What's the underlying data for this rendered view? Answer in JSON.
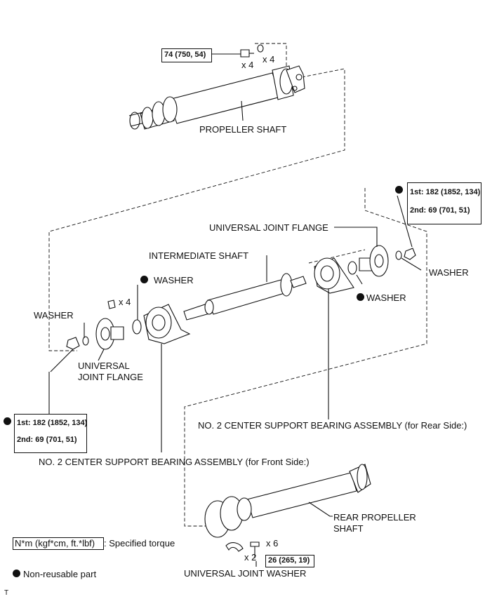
{
  "torque": {
    "top": "74 (750, 54)",
    "bottom": "26 (265, 19)",
    "right_first": "1st: 182 (1852, 134)",
    "right_second": "2nd: 69 (701, 51)",
    "left_first": "1st: 182 (1852, 134)",
    "left_second": "2nd: 69 (701, 51)"
  },
  "quantities": {
    "top_bolt": "x 4",
    "top_washer": "x 4",
    "mid_nut": "x 4",
    "bottom_bolt": "x 6",
    "bottom_washer": "x 2"
  },
  "labels": {
    "propeller_shaft": "PROPELLER SHAFT",
    "universal_joint_flange_top": "UNIVERSAL JOINT FLANGE",
    "washer_right": "WASHER",
    "intermediate_shaft": "INTERMEDIATE SHAFT",
    "washer_mid": "WASHER",
    "washer_left": "WASHER",
    "washer_rear_bearing": "WASHER",
    "universal_joint_flange_left_1": "UNIVERSAL",
    "universal_joint_flange_left_2": "JOINT FLANGE",
    "bearing_rear": "NO. 2 CENTER SUPPORT BEARING ASSEMBLY  (for Rear Side:)",
    "bearing_front": "NO. 2 CENTER SUPPORT BEARING ASSEMBLY  (for Front Side:)",
    "rear_propeller_1": "REAR PROPELLER",
    "rear_propeller_2": "SHAFT",
    "universal_joint_washer": "UNIVERSAL JOINT WASHER"
  },
  "legend": {
    "torque_key": "N*m (kgf*cm, ft.*lbf)",
    "torque_desc": ": Specified torque",
    "nonreusable": "Non-reusable part"
  },
  "footer_mark": "T"
}
